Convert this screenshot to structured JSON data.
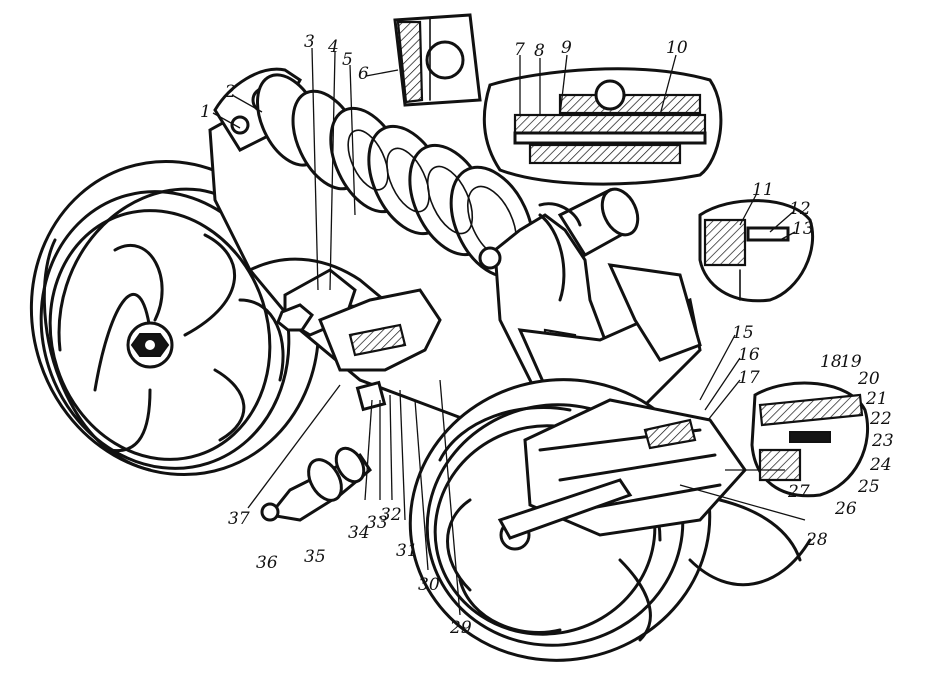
{
  "callouts": [
    "1",
    "2",
    "3",
    "4",
    "5",
    "6",
    "7",
    "8",
    "9",
    "10",
    "11",
    "12",
    "13",
    "15",
    "16",
    "17",
    "18",
    "19",
    "20",
    "21",
    "22",
    "23",
    "24",
    "25",
    "26",
    "27",
    "28",
    "29",
    "30",
    "31",
    "32",
    "33",
    "34",
    "35",
    "36",
    "37"
  ]
}
